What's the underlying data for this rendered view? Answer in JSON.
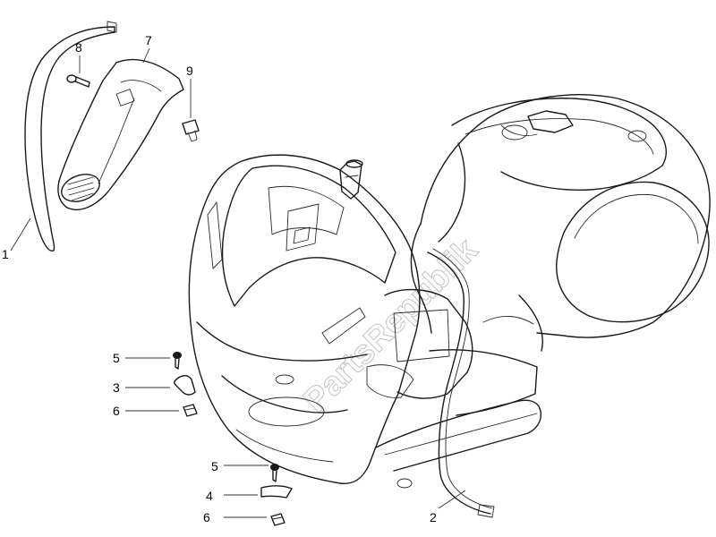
{
  "diagram": {
    "watermark": "PartsRepublik",
    "callouts": [
      {
        "id": "1",
        "label": "1"
      },
      {
        "id": "2",
        "label": "2"
      },
      {
        "id": "3",
        "label": "3"
      },
      {
        "id": "4",
        "label": "4"
      },
      {
        "id": "5a",
        "label": "5"
      },
      {
        "id": "5b",
        "label": "5"
      },
      {
        "id": "6a",
        "label": "6"
      },
      {
        "id": "6b",
        "label": "6"
      },
      {
        "id": "7",
        "label": "7"
      },
      {
        "id": "8",
        "label": "8"
      },
      {
        "id": "9",
        "label": "9"
      }
    ]
  }
}
